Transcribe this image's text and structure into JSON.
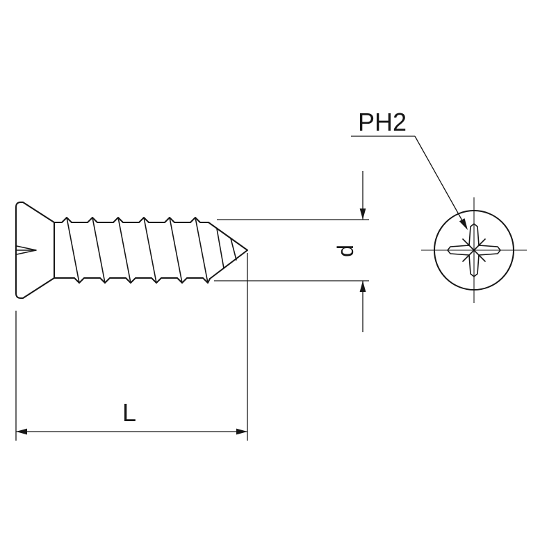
{
  "labels": {
    "drive_type": "PH2",
    "diameter": "d",
    "length": "L"
  },
  "colors": {
    "line": "#161616",
    "background": "#ffffff"
  }
}
